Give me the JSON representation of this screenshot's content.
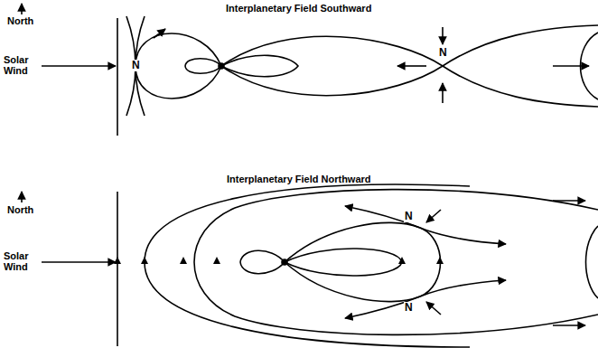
{
  "diagram": {
    "labels": [
      "Interplanetary Field Southward",
      "North",
      "Solar Wind",
      "N",
      "N",
      "Interplanetary Field Northward",
      "North",
      "Solar Wind",
      "N",
      "N"
    ]
  }
}
